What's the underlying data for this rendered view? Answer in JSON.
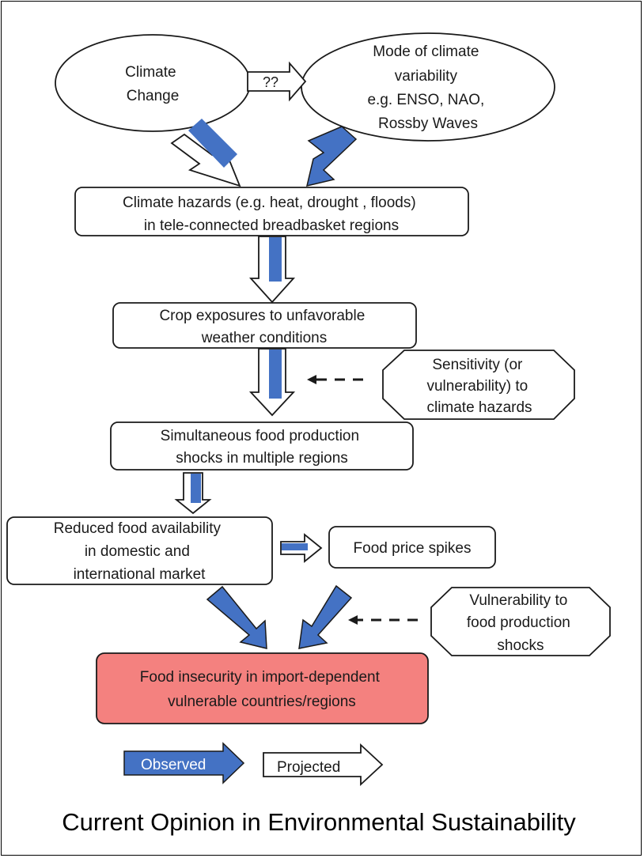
{
  "nodes": {
    "climate_change": [
      "Climate",
      "Change"
    ],
    "mode_of_variability": [
      "Mode of climate",
      "variability",
      "e.g. ENSO, NAO,",
      "Rossby Waves"
    ],
    "link_label": "??",
    "climate_hazards": [
      "Climate hazards (e.g. heat, drought , floods)",
      "in tele-connected breadbasket regions"
    ],
    "crop_exposures": [
      "Crop exposures to unfavorable",
      "weather conditions"
    ],
    "sensitivity": [
      "Sensitivity (or",
      "vulnerability) to",
      "climate hazards"
    ],
    "production_shocks": [
      "Simultaneous food production",
      "shocks in multiple regions"
    ],
    "reduced_availability": [
      "Reduced food availability",
      "in domestic and",
      "international market"
    ],
    "price_spikes": [
      "Food price spikes"
    ],
    "vulnerability_shocks": [
      "Vulnerability to",
      "food production",
      "shocks"
    ],
    "food_insecurity": [
      "Food insecurity in import-dependent",
      "vulnerable countries/regions"
    ]
  },
  "legend": {
    "observed": "Observed",
    "projected": "Projected"
  },
  "footer": "Current Opinion in Environmental Sustainability",
  "colors": {
    "observed_arrow": "#4472c4",
    "outcome_fill": "#f4817f",
    "stroke": "#1a1a1a"
  }
}
